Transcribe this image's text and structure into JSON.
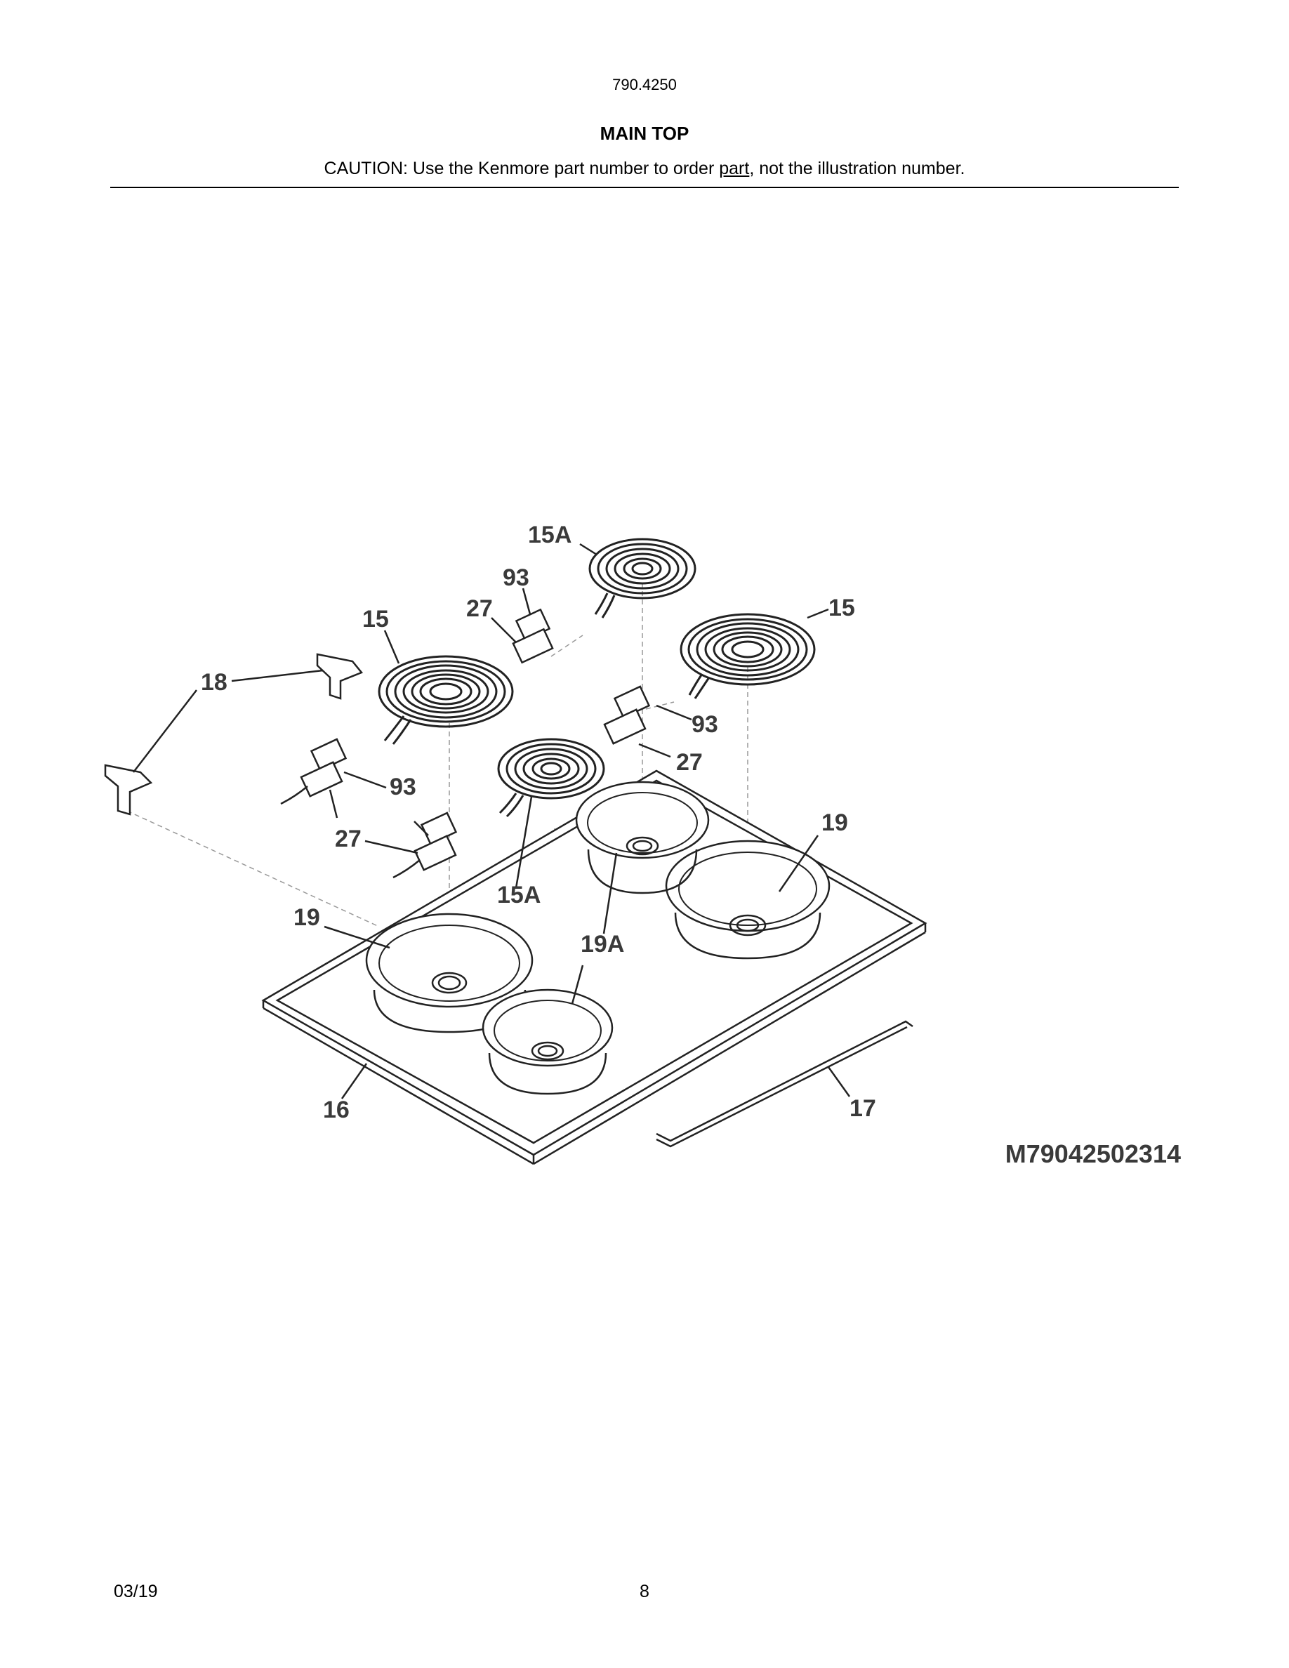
{
  "header": {
    "model_number": "790.4250",
    "section_title": "MAIN TOP",
    "caution_before": "CAUTION: Use the Kenmore part number to order ",
    "caution_underlined": "part",
    "caution_after": ", not the illustration number."
  },
  "diagram": {
    "figure_id": "M79042502314",
    "callouts": {
      "c15A_top": "15A",
      "c93_top": "93",
      "c27_top": "27",
      "c15_left": "15",
      "c15_right": "15",
      "c18": "18",
      "c93_right": "93",
      "c27_right": "27",
      "c93_left": "93",
      "c27_left": "27",
      "c19_right": "19",
      "c15A_bottom": "15A",
      "c19_left": "19",
      "c19A": "19A",
      "c16": "16",
      "c17": "17"
    }
  },
  "footer": {
    "date": "03/19",
    "page_number": "8"
  }
}
